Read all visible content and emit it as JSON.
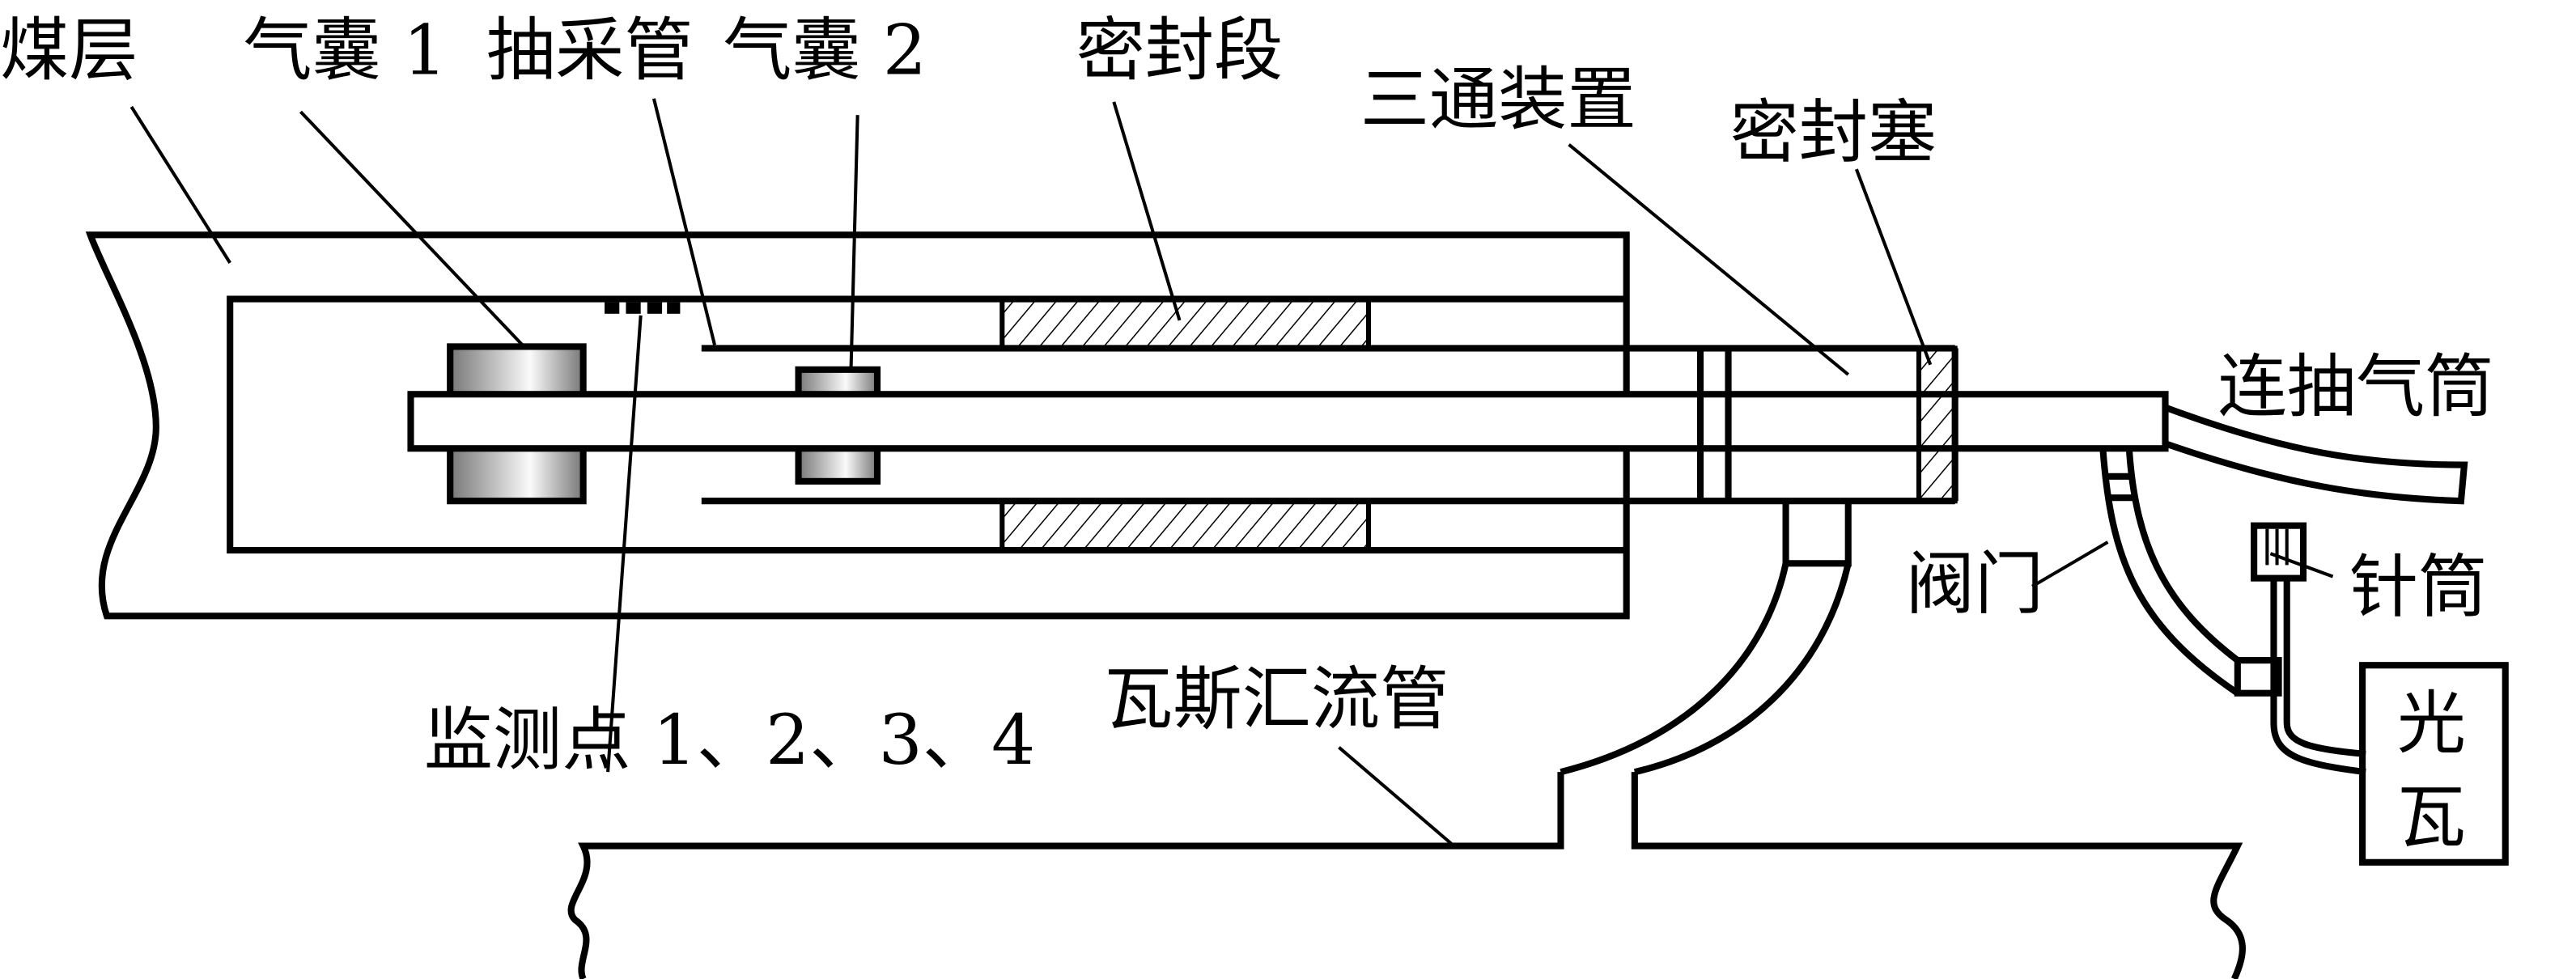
{
  "labels": {
    "coal_seam": "煤层",
    "bladder_1": "气囊 1",
    "extraction_pipe": "抽采管",
    "bladder_2": "气囊 2",
    "sealing_section": "密封段",
    "tee_device": "三通装置",
    "sealing_plug": "密封塞",
    "to_gas_cylinder": "连抽气筒",
    "valve": "阀门",
    "syringe": "针筒",
    "light_gas_line1": "光",
    "light_gas_line2": "瓦",
    "monitoring_points": "监测点 1、2、3、4",
    "gas_manifold": "瓦斯汇流管"
  }
}
